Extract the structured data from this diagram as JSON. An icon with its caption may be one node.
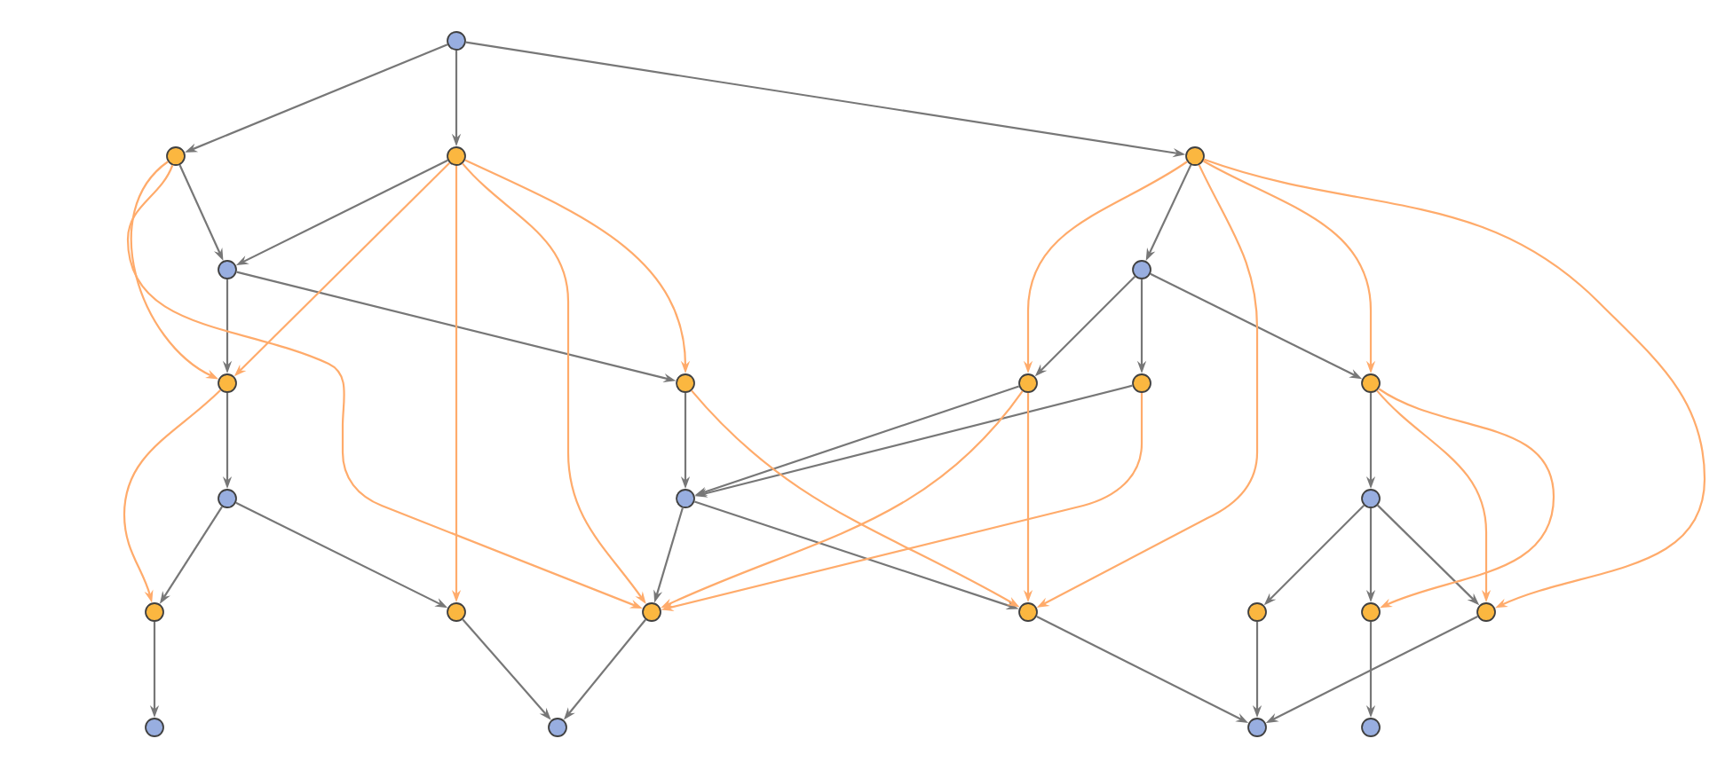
{
  "diagram": {
    "nodes": [
      {
        "text": [],
        "shape": "circle"
      },
      {
        "text": [],
        "shape": "circle"
      },
      {
        "text": [],
        "shape": "circle"
      },
      {
        "text": [],
        "shape": "circle"
      },
      {
        "text": [],
        "shape": "circle"
      },
      {
        "text": [],
        "shape": "circle"
      },
      {
        "text": [],
        "shape": "circle"
      },
      {
        "text": [],
        "shape": "circle"
      },
      {
        "text": [],
        "shape": "circle"
      },
      {
        "text": [],
        "shape": "circle"
      },
      {
        "text": [],
        "shape": "circle"
      },
      {
        "text": [],
        "shape": "circle"
      },
      {
        "text": [],
        "shape": "circle"
      },
      {
        "text": [],
        "shape": "circle"
      },
      {
        "text": [],
        "shape": "circle"
      },
      {
        "text": [],
        "shape": "circle"
      },
      {
        "text": [],
        "shape": "circle"
      },
      {
        "text": [],
        "shape": "circle"
      },
      {
        "text": [],
        "shape": "circle"
      },
      {
        "text": [],
        "shape": "circle"
      },
      {
        "text": [],
        "shape": "circle"
      },
      {
        "text": [],
        "shape": "circle"
      },
      {
        "text": [],
        "shape": "circle"
      },
      {
        "text": [],
        "shape": "circle"
      },
      {
        "text": [],
        "shape": "circle"
      }
    ],
    "edges": [
      {
        "from": 0,
        "to": 1,
        "arrow": "to"
      },
      {
        "from": 0,
        "to": 2,
        "arrow": "to"
      },
      {
        "from": 0,
        "to": 3,
        "arrow": "to"
      },
      {
        "from": 1,
        "to": 4,
        "arrow": "to"
      },
      {
        "from": 2,
        "to": 4,
        "arrow": "to"
      },
      {
        "from": 4,
        "to": 6,
        "arrow": "to"
      },
      {
        "from": 4,
        "to": 7,
        "arrow": "to"
      },
      {
        "from": 6,
        "to": 11,
        "arrow": "to"
      },
      {
        "from": 11,
        "to": 14,
        "arrow": "to"
      },
      {
        "from": 11,
        "to": 15,
        "arrow": "to"
      },
      {
        "from": 7,
        "to": 12,
        "arrow": "to"
      },
      {
        "from": 12,
        "to": 16,
        "arrow": "to"
      },
      {
        "from": 12,
        "to": 17,
        "arrow": "to"
      },
      {
        "from": 8,
        "to": 12,
        "arrow": "to"
      },
      {
        "from": 9,
        "to": 12,
        "arrow": "to"
      },
      {
        "from": 3,
        "to": 5,
        "arrow": "to"
      },
      {
        "from": 5,
        "to": 8,
        "arrow": "to"
      },
      {
        "from": 5,
        "to": 9,
        "arrow": "to"
      },
      {
        "from": 5,
        "to": 10,
        "arrow": "to"
      },
      {
        "from": 10,
        "to": 13,
        "arrow": "to"
      },
      {
        "from": 13,
        "to": 18,
        "arrow": "to"
      },
      {
        "from": 13,
        "to": 19,
        "arrow": "to"
      },
      {
        "from": 13,
        "to": 20,
        "arrow": "to"
      },
      {
        "from": 14,
        "to": 21,
        "arrow": "to"
      },
      {
        "from": 15,
        "to": 22,
        "arrow": "to"
      },
      {
        "from": 16,
        "to": 22,
        "arrow": "to"
      },
      {
        "from": 17,
        "to": 23,
        "arrow": "to"
      },
      {
        "from": 18,
        "to": 23,
        "arrow": "to"
      },
      {
        "from": 20,
        "to": 23,
        "arrow": "to"
      },
      {
        "from": 19,
        "to": 24,
        "arrow": "to"
      },
      {
        "from": 1,
        "to": 6,
        "arrow": "to",
        "color": "#ffab6b"
      },
      {
        "from": 1,
        "to": 16,
        "arrow": "to",
        "color": "#ffab6b"
      },
      {
        "from": 2,
        "to": 6,
        "arrow": "to",
        "color": "#ffab6b"
      },
      {
        "from": 2,
        "to": 15,
        "arrow": "to",
        "color": "#ffab6b"
      },
      {
        "from": 2,
        "to": 16,
        "arrow": "to",
        "color": "#ffab6b"
      },
      {
        "from": 2,
        "to": 7,
        "arrow": "to",
        "color": "#ffab6b"
      },
      {
        "from": 6,
        "to": 14,
        "arrow": "to",
        "color": "#ffab6b"
      },
      {
        "from": 7,
        "to": 17,
        "arrow": "to",
        "color": "#ffab6b"
      },
      {
        "from": 8,
        "to": 16,
        "arrow": "to",
        "color": "#ffab6b"
      },
      {
        "from": 8,
        "to": 17,
        "arrow": "to",
        "color": "#ffab6b"
      },
      {
        "from": 9,
        "to": 16,
        "arrow": "to",
        "color": "#ffab6b"
      },
      {
        "from": 3,
        "to": 8,
        "arrow": "to",
        "color": "#ffab6b"
      },
      {
        "from": 3,
        "to": 17,
        "arrow": "to",
        "color": "#ffab6b"
      },
      {
        "from": 3,
        "to": 10,
        "arrow": "to",
        "color": "#ffab6b"
      },
      {
        "from": 3,
        "to": 20,
        "arrow": "to",
        "color": "#ffab6b"
      },
      {
        "from": 10,
        "to": 19,
        "arrow": "to",
        "color": "#ffab6b"
      },
      {
        "from": 10,
        "to": 20,
        "arrow": "to",
        "color": "#ffab6b"
      }
    ]
  }
}
